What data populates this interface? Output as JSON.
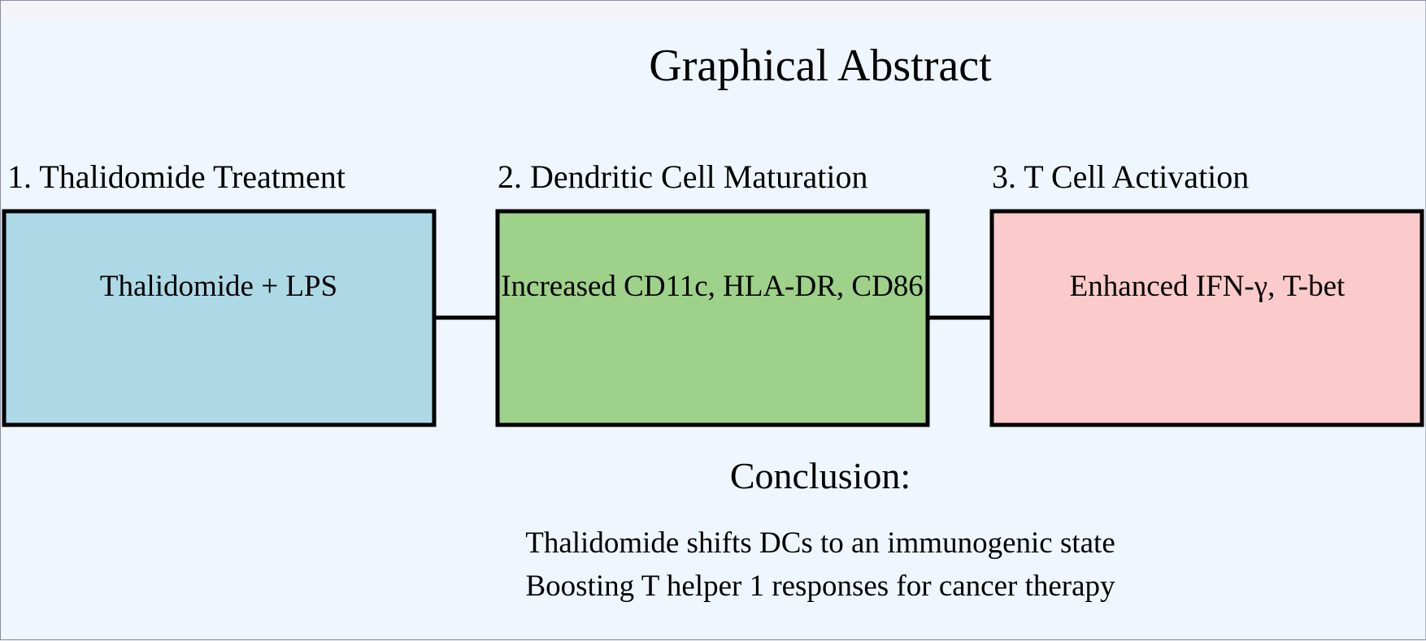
{
  "title": "Graphical Abstract",
  "steps": [
    {
      "label": "1. Thalidomide Treatment",
      "box_text": "Thalidomide + LPS",
      "fill": "#add8e6"
    },
    {
      "label": "2. Dendritic Cell Maturation",
      "box_text": "Increased CD11c, HLA-DR, CD86",
      "fill": "#9ed189"
    },
    {
      "label": "3. T Cell Activation",
      "box_text": "Enhanced IFN-γ, T-bet",
      "fill": "#fbcaca"
    }
  ],
  "conclusion": {
    "heading": "Conclusion:",
    "lines": [
      "Thalidomide shifts DCs to an immunogenic state",
      "Boosting T helper 1 responses for cancer therapy"
    ]
  },
  "colors": {
    "background": "#eff6fd",
    "stroke": "#000000"
  }
}
